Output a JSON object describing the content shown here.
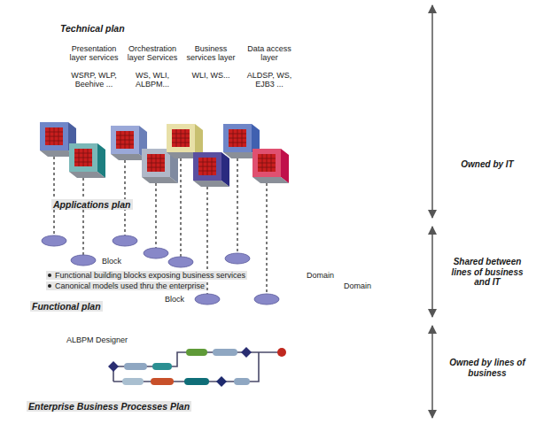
{
  "diagram": {
    "nodes": [
      {
        "text": [
          "Technical plan"
        ]
      },
      {
        "text": [
          "Applications plan"
        ]
      },
      {
        "text": [
          "Functional plan",
          "Functional building blocks exposing business services",
          "Canonical models used thru the enterprise"
        ]
      },
      {
        "text": [
          "Block"
        ],
        "in": 2
      },
      {
        "text": [
          "Block"
        ],
        "in": 2
      },
      {
        "text": [
          "Domain"
        ],
        "in": 2
      },
      {
        "text": [
          "Domain"
        ],
        "in": 2
      },
      {
        "text": [
          "Enterprise Business Processes Plan",
          "ALBPM Designer"
        ]
      }
    ],
    "labels": [
      "Presentation layer services",
      "WSRP, WLP, Beehive ...",
      "Orchestration layer Services",
      "WS, WLI, ALBPM...",
      "Business services layer",
      "WLI, WS...",
      "Data access layer",
      "ALDSP, WS, EJB3 ...",
      "Owned by IT",
      "Shared between lines of business and IT",
      "Owned by lines of business"
    ]
  }
}
